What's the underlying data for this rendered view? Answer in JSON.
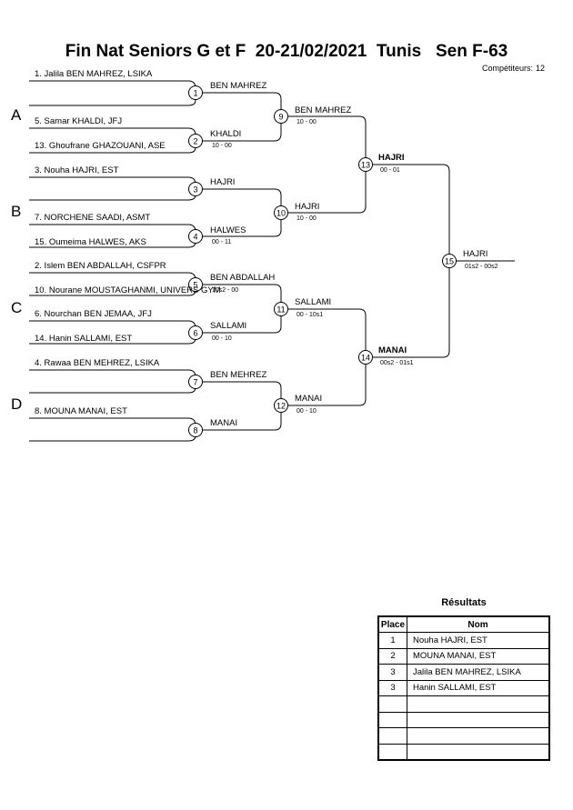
{
  "header": {
    "title": "Fin Nat Seniors G et F  20-21/02/2021  Tunis   Sen F-63",
    "competitors_label": "Compétiteurs:",
    "competitors_count": "12"
  },
  "pools": [
    "A",
    "B",
    "C",
    "D"
  ],
  "entries": [
    "1. Jalila BEN MAHREZ, LSIKA",
    "5. Samar KHALDI, JFJ",
    "13. Ghoufrane GHAZOUANI, ASE",
    "3. Nouha HAJRI, EST",
    "7. NORCHENE SAADI, ASMT",
    "15. Oumeima HALWES, AKS",
    "2. Islem BEN ABDALLAH, CSFPR",
    "10. Nourane MOUSTAGHANMI, UNIVERS GYM",
    "6. Nourchan BEN JEMAA, JFJ",
    "14. Hanin SALLAMI, EST",
    "4. Rawaa BEN MEHREZ, LSIKA",
    "8. MOUNA MANAI, EST"
  ],
  "matches": [
    {
      "no": "1",
      "winner": "BEN MAHREZ",
      "score": ""
    },
    {
      "no": "2",
      "winner": "KHALDI",
      "score": "10 - 00"
    },
    {
      "no": "3",
      "winner": "HAJRI",
      "score": ""
    },
    {
      "no": "4",
      "winner": "HALWES",
      "score": "00 - 11"
    },
    {
      "no": "5",
      "winner": "BEN ABDALLAH",
      "score": "10s2 - 00"
    },
    {
      "no": "6",
      "winner": "SALLAMI",
      "score": "00 - 10"
    },
    {
      "no": "7",
      "winner": "BEN MEHREZ",
      "score": ""
    },
    {
      "no": "8",
      "winner": "MANAI",
      "score": ""
    },
    {
      "no": "9",
      "winner": "BEN MAHREZ",
      "score": "10 - 00"
    },
    {
      "no": "10",
      "winner": "HAJRI",
      "score": "10 - 00"
    },
    {
      "no": "11",
      "winner": "SALLAMI",
      "score": "00 - 10s1"
    },
    {
      "no": "12",
      "winner": "MANAI",
      "score": "00 - 10"
    },
    {
      "no": "13",
      "winner": "HAJRI",
      "score": "00 - 01"
    },
    {
      "no": "14",
      "winner": "MANAI",
      "score": "00s2 - 01s1"
    },
    {
      "no": "15",
      "winner": "HAJRI",
      "score": "01s2 - 00s2"
    }
  ],
  "results": {
    "title": "Résultats",
    "col_place": "Place",
    "col_name": "Nom",
    "rows": [
      {
        "place": "1",
        "name": "Nouha HAJRI, EST"
      },
      {
        "place": "2",
        "name": "MOUNA MANAI, EST"
      },
      {
        "place": "3",
        "name": "Jalila BEN MAHREZ, LSIKA"
      },
      {
        "place": "3",
        "name": "Hanin SALLAMI, EST"
      },
      {
        "place": "",
        "name": ""
      },
      {
        "place": "",
        "name": ""
      },
      {
        "place": "",
        "name": ""
      },
      {
        "place": "",
        "name": ""
      }
    ]
  }
}
